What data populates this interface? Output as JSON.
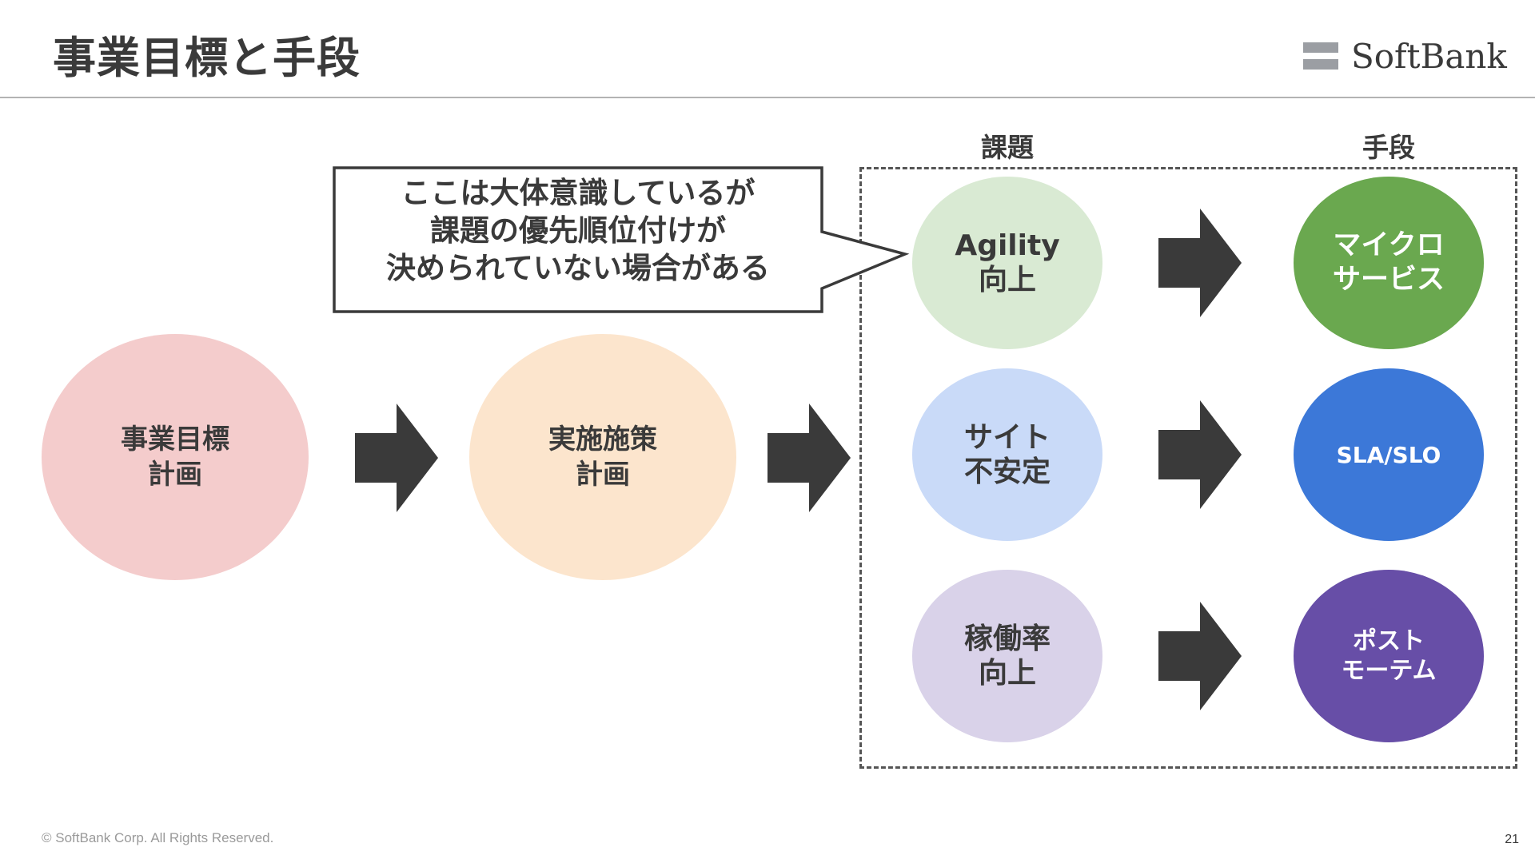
{
  "title": "事業目標と手段",
  "logo": {
    "text": "SoftBank",
    "bar_color": "#9b9ea3"
  },
  "columns": {
    "issues": "課題",
    "means": "手段"
  },
  "callout": {
    "lines": [
      "ここは大体意識しているが",
      "課題の優先順位付けが",
      "決められていない場合がある"
    ]
  },
  "flow": {
    "goal": {
      "lines": [
        "事業目標",
        "計画"
      ],
      "color": "#f4cccc"
    },
    "measures": {
      "lines": [
        "実施施策",
        "計画"
      ],
      "color": "#fce5cd"
    },
    "arrow_color": "#3a3a3a"
  },
  "rows": [
    {
      "issue": {
        "lines": [
          "Agility",
          "向上"
        ],
        "color": "#d9ead3"
      },
      "means": {
        "lines": [
          "マイクロ",
          "サービス"
        ],
        "color": "#6aa84f"
      }
    },
    {
      "issue": {
        "lines": [
          "サイト",
          "不安定"
        ],
        "color": "#c9daf8"
      },
      "means": {
        "lines": [
          "SLA/SLO"
        ],
        "color": "#3c78d8"
      }
    },
    {
      "issue": {
        "lines": [
          "稼働率",
          "向上"
        ],
        "color": "#d9d2e9"
      },
      "means": {
        "lines": [
          "ポスト",
          "モーテム"
        ],
        "color": "#674ea7"
      }
    }
  ],
  "footer": {
    "copyright": "© SoftBank Corp. All Rights Reserved.",
    "page": "21"
  }
}
